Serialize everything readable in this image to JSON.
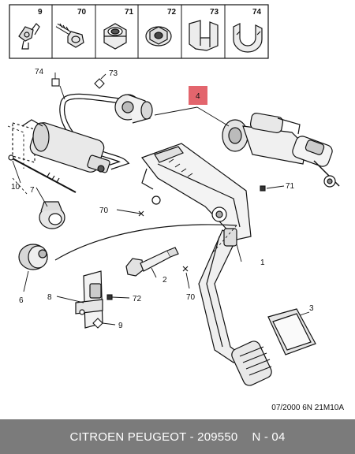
{
  "header_parts": [
    {
      "num": "9"
    },
    {
      "num": "70"
    },
    {
      "num": "71"
    },
    {
      "num": "72"
    },
    {
      "num": "73"
    },
    {
      "num": "74"
    }
  ],
  "callouts": {
    "p74": "74",
    "p73": "73",
    "p4": "4",
    "p10": "10",
    "p7": "7",
    "p71": "71",
    "p70a": "70",
    "p1": "1",
    "p2": "2",
    "p70b": "70",
    "p3": "3",
    "p6": "6",
    "p8": "8",
    "p72": "72",
    "p9": "9"
  },
  "colors": {
    "highlight": "#e3656d",
    "footer_bg": "#7b7b7b",
    "footer_text": "#ffffff"
  },
  "reference": "07/2000  6N 21M10A",
  "footer": {
    "title": "CITROEN PEUGEOT - 209550",
    "page": "N - 04"
  }
}
